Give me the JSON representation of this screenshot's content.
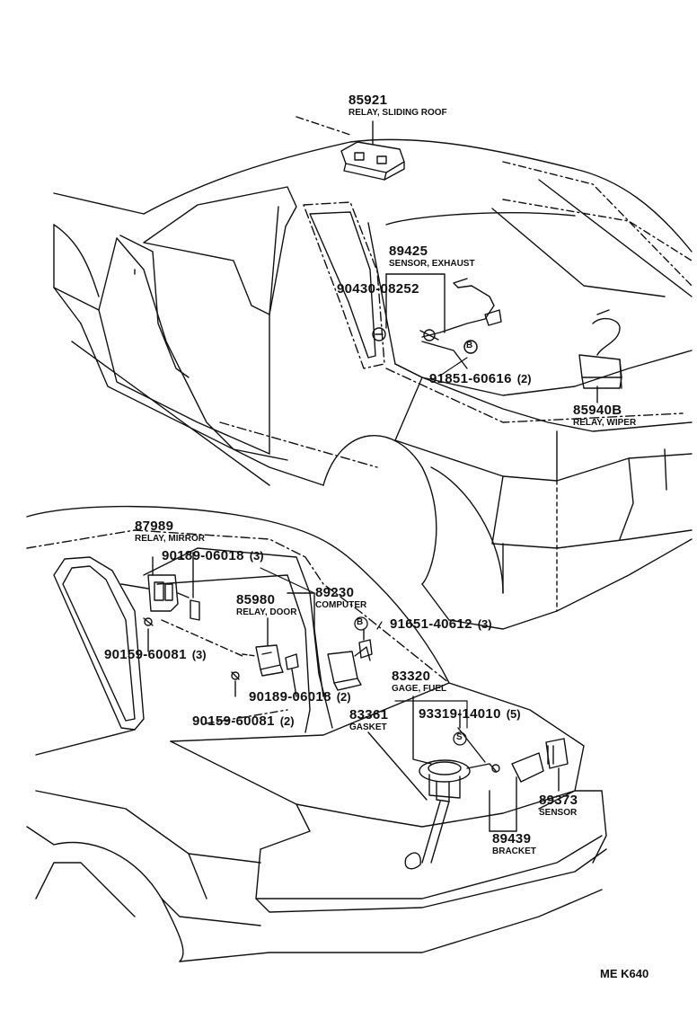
{
  "callouts": {
    "relay_sliding_roof": {
      "number": "85921",
      "desc": "RELAY, SLIDING ROOF"
    },
    "sensor_exhaust": {
      "number": "89425",
      "desc": "SENSOR, EXHAUST"
    },
    "bolt_90430": {
      "number": "90430-08252"
    },
    "bolt_91851": {
      "number": "91851-60616",
      "qty": "(2)",
      "marker": "B"
    },
    "relay_wiper": {
      "number": "85940B",
      "desc": "RELAY, WIPER"
    },
    "relay_mirror": {
      "number": "87989",
      "desc": "RELAY, MIRROR"
    },
    "clip_90189_a": {
      "number": "90189-06018",
      "qty": "(3)"
    },
    "screw_90159_a": {
      "number": "90159-60081",
      "qty": "(3)"
    },
    "relay_door": {
      "number": "85980",
      "desc": "RELAY, DOOR"
    },
    "computer": {
      "number": "89230",
      "desc": "COMPUTER"
    },
    "bolt_91651": {
      "number": "91651-40612",
      "qty": "(3)",
      "marker": "B"
    },
    "clip_90189_b": {
      "number": "90189-06018",
      "qty": "(2)"
    },
    "screw_90159_b": {
      "number": "90159-60081",
      "qty": "(2)"
    },
    "gage_fuel": {
      "number": "83320",
      "desc": "GAGE, FUEL"
    },
    "screw_93319": {
      "number": "93319-14010",
      "qty": "(5)",
      "marker": "S"
    },
    "gasket": {
      "number": "83361",
      "desc": "GASKET"
    },
    "sensor": {
      "number": "89373",
      "desc": "SENSOR"
    },
    "bracket": {
      "number": "89439",
      "desc": "BRACKET"
    }
  },
  "drawing_code": "ME K640",
  "colors": {
    "ink": "#111111",
    "paper": "#ffffff"
  }
}
